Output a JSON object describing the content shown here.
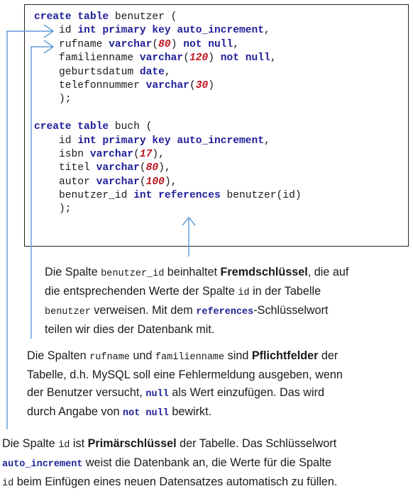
{
  "code": {
    "lines": [
      [
        {
          "t": "create table",
          "c": "kw"
        },
        {
          "t": " benutzer ("
        }
      ],
      [
        {
          "t": "    id "
        },
        {
          "t": "int primary key auto_increment",
          "c": "kw"
        },
        {
          "t": ","
        }
      ],
      [
        {
          "t": "    rufname "
        },
        {
          "t": "varchar",
          "c": "kw"
        },
        {
          "t": "("
        },
        {
          "t": "80",
          "c": "num"
        },
        {
          "t": ") "
        },
        {
          "t": "not null",
          "c": "kw"
        },
        {
          "t": ","
        }
      ],
      [
        {
          "t": "    familienname "
        },
        {
          "t": "varchar",
          "c": "kw"
        },
        {
          "t": "("
        },
        {
          "t": "120",
          "c": "num"
        },
        {
          "t": ") "
        },
        {
          "t": "not null",
          "c": "kw"
        },
        {
          "t": ","
        }
      ],
      [
        {
          "t": "    geburtsdatum "
        },
        {
          "t": "date",
          "c": "kw"
        },
        {
          "t": ","
        }
      ],
      [
        {
          "t": "    telefonnummer "
        },
        {
          "t": "varchar",
          "c": "kw"
        },
        {
          "t": "("
        },
        {
          "t": "30",
          "c": "num"
        },
        {
          "t": ")"
        }
      ],
      [
        {
          "t": "    );"
        }
      ],
      [
        {
          "t": ""
        }
      ],
      [
        {
          "t": "create table",
          "c": "kw"
        },
        {
          "t": " buch ("
        }
      ],
      [
        {
          "t": "    id "
        },
        {
          "t": "int primary key auto_increment",
          "c": "kw"
        },
        {
          "t": ","
        }
      ],
      [
        {
          "t": "    isbn "
        },
        {
          "t": "varchar",
          "c": "kw"
        },
        {
          "t": "("
        },
        {
          "t": "17",
          "c": "num"
        },
        {
          "t": "),"
        }
      ],
      [
        {
          "t": "    titel "
        },
        {
          "t": "varchar",
          "c": "kw"
        },
        {
          "t": "("
        },
        {
          "t": "80",
          "c": "num"
        },
        {
          "t": "),"
        }
      ],
      [
        {
          "t": "    autor "
        },
        {
          "t": "varchar",
          "c": "kw"
        },
        {
          "t": "("
        },
        {
          "t": "100",
          "c": "num"
        },
        {
          "t": "),"
        }
      ],
      [
        {
          "t": "    benutzer_id "
        },
        {
          "t": "int references",
          "c": "kw"
        },
        {
          "t": " benutzer(id)"
        }
      ],
      [
        {
          "t": "    );"
        }
      ]
    ]
  },
  "notes": {
    "foreign_key": {
      "lines": [
        [
          {
            "t": "Die Spalte "
          },
          {
            "t": "benutzer_id",
            "c": "mono"
          },
          {
            "t": " beinhaltet "
          },
          {
            "t": "Fremdschlüssel",
            "c": "b"
          },
          {
            "t": ", die auf"
          }
        ],
        [
          {
            "t": "die entsprechenden Werte der Spalte "
          },
          {
            "t": "id",
            "c": "mono"
          },
          {
            "t": " in der Tabelle"
          }
        ],
        [
          {
            "t": "benutzer",
            "c": "mono"
          },
          {
            "t": " verweisen. Mit dem "
          },
          {
            "t": "references",
            "c": "mono-kw"
          },
          {
            "t": "-Schlüsselwort"
          }
        ],
        [
          {
            "t": "teilen wir dies der Datenbank mit."
          }
        ]
      ]
    },
    "required": {
      "lines": [
        [
          {
            "t": "Die Spalten "
          },
          {
            "t": "rufname",
            "c": "mono"
          },
          {
            "t": " und "
          },
          {
            "t": "familienname",
            "c": "mono"
          },
          {
            "t": " sind "
          },
          {
            "t": "Pflichtfelder",
            "c": "b"
          },
          {
            "t": " der"
          }
        ],
        [
          {
            "t": "Tabelle, d.h. MySQL soll eine Fehlermeldung ausgeben, wenn"
          }
        ],
        [
          {
            "t": "der Benutzer versucht, "
          },
          {
            "t": "null",
            "c": "mono-kw"
          },
          {
            "t": " als Wert einzufügen. Das wird"
          }
        ],
        [
          {
            "t": "durch Angabe von "
          },
          {
            "t": "not null",
            "c": "mono-kw"
          },
          {
            "t": " bewirkt."
          }
        ]
      ]
    },
    "primary_key": {
      "lines": [
        [
          {
            "t": "Die Spalte "
          },
          {
            "t": "id",
            "c": "mono"
          },
          {
            "t": " ist "
          },
          {
            "t": "Primärschlüssel",
            "c": "b"
          },
          {
            "t": " der Tabelle. Das Schlüsselwort"
          }
        ],
        [
          {
            "t": "auto_increment",
            "c": "mono-kw"
          },
          {
            "t": " weist die Datenbank an, die Werte für die Spalte"
          }
        ],
        [
          {
            "t": "id",
            "c": "mono"
          },
          {
            "t": " beim Einfügen eines neuen Datensatzes automatisch zu füllen."
          }
        ]
      ]
    }
  },
  "colors": {
    "arrow": "#5b9bd5",
    "keyword": "#1f1f99",
    "number": "#c0141e"
  }
}
